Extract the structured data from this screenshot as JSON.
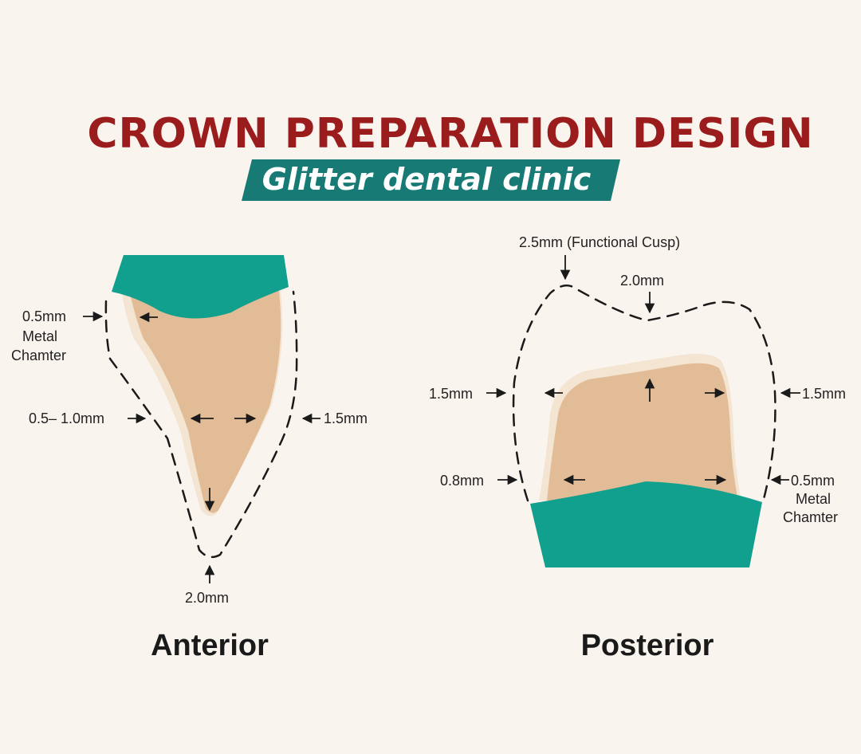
{
  "header": {
    "title": "CROWN PREPARATION DESIGN",
    "subtitle": "Glitter dental clinic"
  },
  "colors": {
    "background": "#faf4ef",
    "title": "#9b1c1c",
    "banner": "#177a74",
    "gum": "#12a08e",
    "tooth": "#e2bc96",
    "tooth_edge": "#f3e5d2",
    "outline": "#1a1a1a"
  },
  "anterior": {
    "caption": "Anterior",
    "labels": {
      "chamfer_value": "0.5mm",
      "chamfer_line1": "Metal",
      "chamfer_line2": "Chamter",
      "axial_left": "0.5– 1.0mm",
      "axial_right": "1.5mm",
      "incisal": "2.0mm"
    }
  },
  "posterior": {
    "caption": "Posterior",
    "labels": {
      "functional_cusp": "2.5mm (Functional Cusp)",
      "central": "2.0mm",
      "axial_left": "1.5mm",
      "axial_right": "1.5mm",
      "margin_left": "0.8mm",
      "chamfer_value": "0.5mm",
      "chamfer_line1": "Metal",
      "chamfer_line2": "Chamter"
    }
  }
}
